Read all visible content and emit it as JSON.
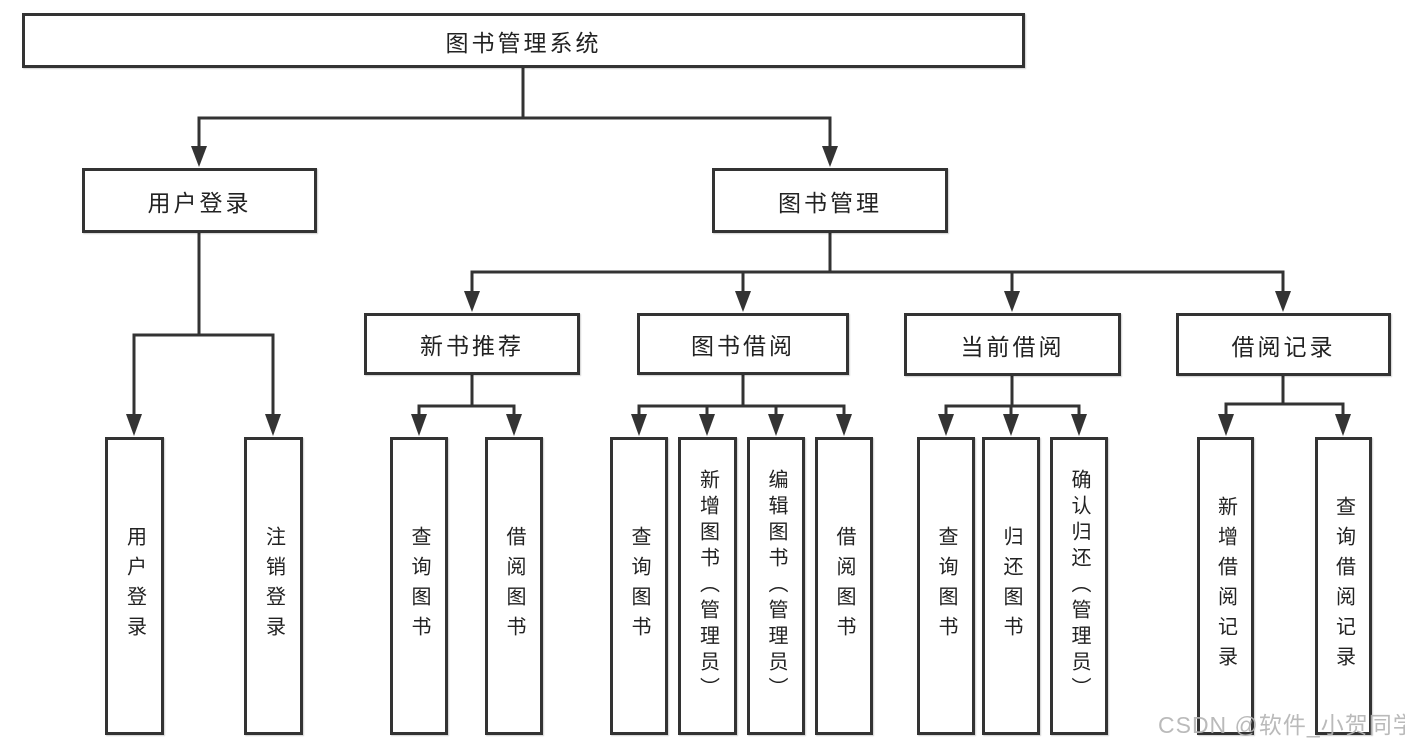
{
  "diagram_title": "图书管理系统",
  "tree": {
    "label": "图书管理系统",
    "children": [
      {
        "label": "用户登录",
        "children": [
          {
            "label": "用户登录"
          },
          {
            "label": "注销登录"
          }
        ]
      },
      {
        "label": "图书管理",
        "children": [
          {
            "label": "新书推荐",
            "children": [
              {
                "label": "查询图书"
              },
              {
                "label": "借阅图书"
              }
            ]
          },
          {
            "label": "图书借阅",
            "children": [
              {
                "label": "查询图书"
              },
              {
                "label": "新增图书（管理员）"
              },
              {
                "label": "编辑图书（管理员）"
              },
              {
                "label": "借阅图书"
              }
            ]
          },
          {
            "label": "当前借阅",
            "children": [
              {
                "label": "查询图书"
              },
              {
                "label": "归还图书"
              },
              {
                "label": "确认归还（管理员）"
              }
            ]
          },
          {
            "label": "借阅记录",
            "children": [
              {
                "label": "新增借阅记录"
              },
              {
                "label": "查询借阅记录"
              }
            ]
          }
        ]
      }
    ]
  },
  "watermark": {
    "text": "CSDN @软件_小贺同学"
  },
  "colors": {
    "line": "#333333",
    "box_border": "#333333",
    "text": "#222222",
    "background": "#ffffff",
    "watermark": "#b5b5b5"
  }
}
